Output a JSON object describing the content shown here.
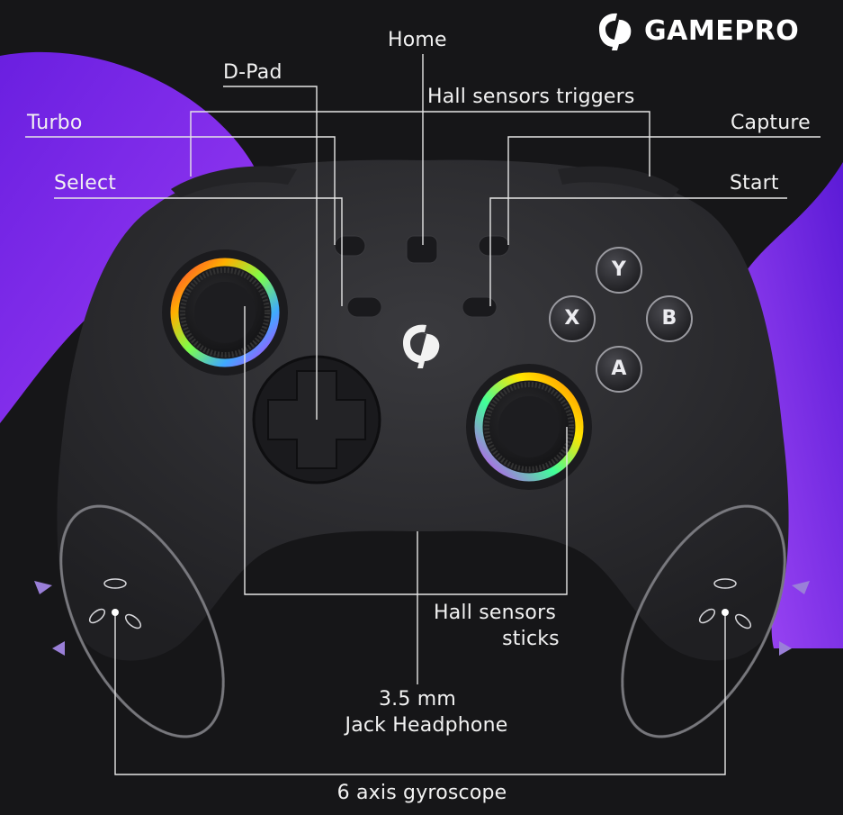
{
  "brand": {
    "name": "GAMEPRO",
    "logo_icon": "gamepro-logo-icon"
  },
  "labels": {
    "home": "Home",
    "dpad": "D-Pad",
    "hall_triggers": "Hall sensors triggers",
    "turbo": "Turbo",
    "capture": "Capture",
    "select": "Select",
    "start": "Start",
    "hall_sticks_line1": "Hall sensors",
    "hall_sticks_line2": "sticks",
    "jack_line1": "3.5 mm",
    "jack_line2": "Jack Headphone",
    "gyro": "6 axis gyroscope"
  },
  "face_buttons": {
    "top": "Y",
    "left": "X",
    "right": "B",
    "bottom": "A"
  },
  "colors": {
    "background": "#161618",
    "accent_purple": "#7a2cf0",
    "controller_body": "#2b2b2e",
    "label_text": "#f2f2f2",
    "leader_line": "#e6e6e6"
  }
}
